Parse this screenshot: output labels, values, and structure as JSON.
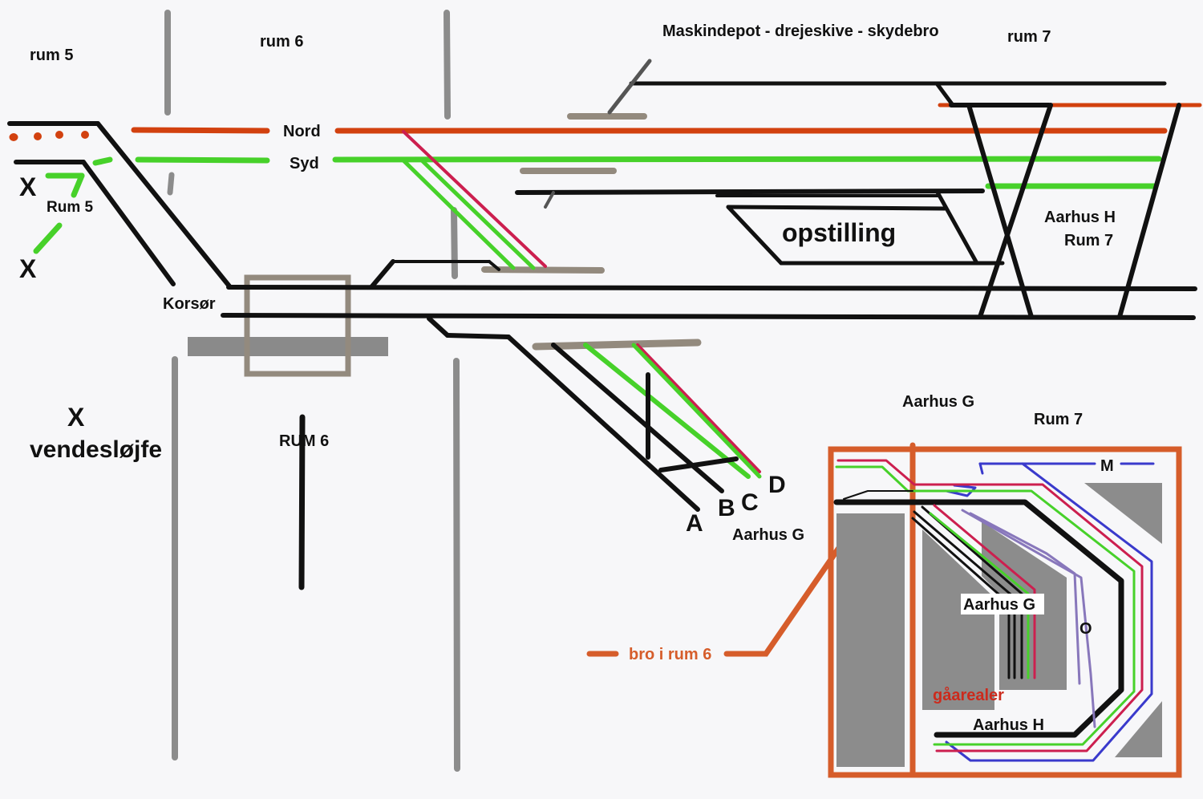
{
  "labels": {
    "rum5_top": "rum 5",
    "rum6_top": "rum 6",
    "maskindepot": "Maskindepot - drejeskive - skydebro",
    "rum7_top": "rum 7",
    "nord": "Nord",
    "syd": "Syd",
    "x1": "X",
    "rum5_mid": "Rum 5",
    "x2": "X",
    "korsoer": "Korsør",
    "opstilling": "opstilling",
    "aarhus_h_rum7": "Aarhus H",
    "rum7_right": "Rum 7",
    "x3": "X",
    "vendesloejfe": "vendesløjfe",
    "rum6_mid": "RUM 6",
    "track_a": "A",
    "track_b": "B",
    "track_c": "C",
    "track_d": "D",
    "aarhus_g_tracks": "Aarhus G",
    "aarhus_g_top": "Aarhus G",
    "rum7_box": "Rum 7",
    "bro_i_rum6": "bro i rum 6",
    "inset_m": "M",
    "inset_aarhus_g": "Aarhus G",
    "inset_o": "O",
    "inset_gaarealer": "gåarealer",
    "inset_aarhus_h": "Aarhus H"
  },
  "colors": {
    "track_black": "#111111",
    "nord_red": "#d2410f",
    "syd_green": "#47d12a",
    "wall_gray": "#8c8c8c",
    "platform_tan": "#938a7e",
    "inset_orange": "#d65d2b",
    "inset_blue": "#3a3acc",
    "inset_purple": "#8877bb",
    "crimson": "#cc1f4f",
    "background": "#f7f7f9"
  }
}
